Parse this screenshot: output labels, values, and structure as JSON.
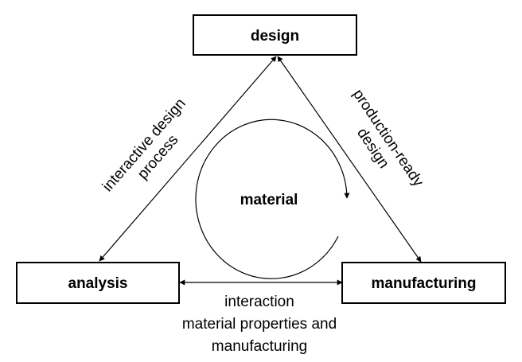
{
  "nodes": {
    "design": "design",
    "analysis": "analysis",
    "manufacturing": "manufacturing",
    "center": "material"
  },
  "edges": {
    "analysis_design": [
      "interactive design",
      "process"
    ],
    "design_manufacturing": [
      "production-ready",
      "design"
    ],
    "analysis_manufacturing": [
      "interaction",
      "material properties and",
      "manufacturing"
    ]
  },
  "colors": {
    "stroke": "#000000",
    "background": "#ffffff",
    "text": "#000000"
  }
}
